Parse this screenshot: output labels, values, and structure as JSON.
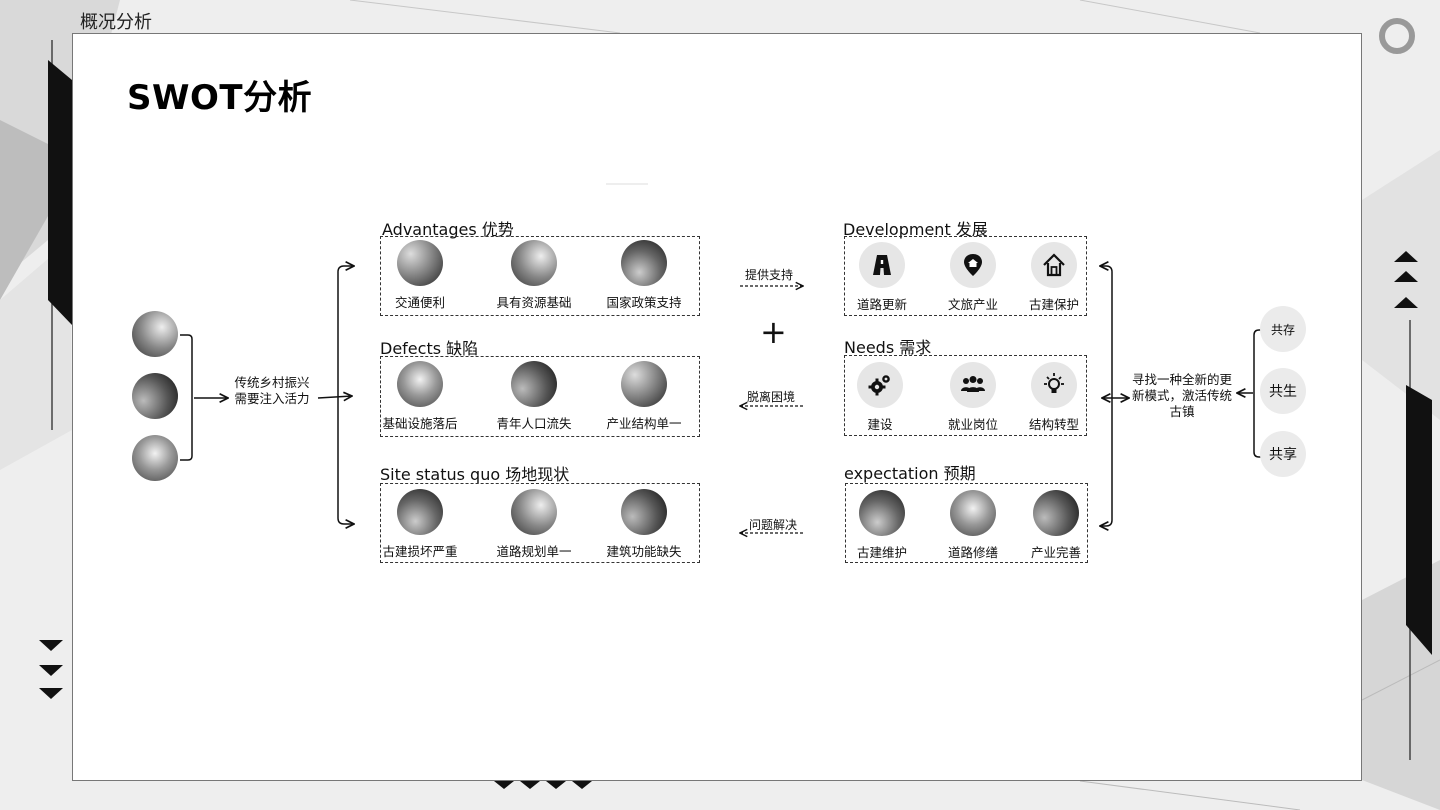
{
  "section_label": "概况分析",
  "title": "SWOT分析",
  "left_summary": "传统乡村振兴需要注入活力",
  "right_summary": "寻找一种全新的更新模式，激活传统古镇",
  "plus_sign": "+",
  "left_groups": [
    {
      "header": "Advantages 优势",
      "items": [
        "交通便利",
        "具有资源基础",
        "国家政策支持"
      ]
    },
    {
      "header": "Defects 缺陷",
      "items": [
        "基础设施落后",
        "青年人口流失",
        "产业结构单一"
      ]
    },
    {
      "header": "Site status quo 场地现状",
      "items": [
        "古建损坏严重",
        "道路规划单一",
        "建筑功能缺失"
      ]
    }
  ],
  "right_groups": [
    {
      "header": "Development 发展",
      "items": [
        "道路更新",
        "文旅产业",
        "古建保护"
      ],
      "icons": [
        "road-icon",
        "map-pin-icon",
        "house-icon"
      ]
    },
    {
      "header": "Needs 需求",
      "items": [
        "建设",
        "就业岗位",
        "结构转型"
      ],
      "icons": [
        "gears-icon",
        "group-icon",
        "lightbulb-icon"
      ]
    },
    {
      "header": "expectation 预期",
      "items": [
        "古建维护",
        "道路修缮",
        "产业完善"
      ]
    }
  ],
  "middle_arrows": [
    "提供支持",
    "脱离困境",
    "问题解决"
  ],
  "goals": [
    "共存",
    "共生",
    "共享"
  ]
}
